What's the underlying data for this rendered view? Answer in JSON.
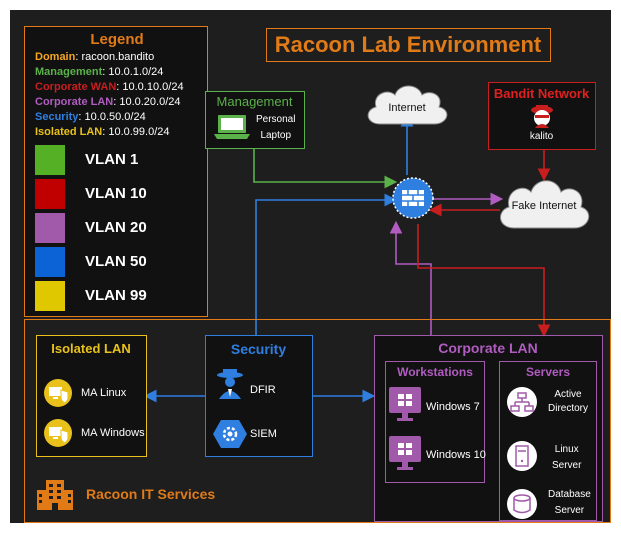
{
  "title": "Racoon Lab Environment",
  "legend": {
    "heading": "Legend",
    "entries": [
      {
        "key": "Domain",
        "value": ": racoon.bandito",
        "color": "#f5a623"
      },
      {
        "key": "Management",
        "value": ": 10.0.1.0/24",
        "color": "#5bb14a"
      },
      {
        "key": "Corporate WAN",
        "value": ": 10.0.10.0/24",
        "color": "#c81e1e"
      },
      {
        "key": "Corporate LAN",
        "value": ": 10.0.20.0/24",
        "color": "#b05cc0"
      },
      {
        "key": "Security",
        "value": ": 10.0.50.0/24",
        "color": "#2f7fe0"
      },
      {
        "key": "Isolated LAN",
        "value": ": 10.0.99.0/24",
        "color": "#e8c21a"
      }
    ],
    "vlans": [
      {
        "label": "VLAN 1",
        "color": "#56b026"
      },
      {
        "label": "VLAN 10",
        "color": "#c00000"
      },
      {
        "label": "VLAN 20",
        "color": "#a15aaa"
      },
      {
        "label": "VLAN 50",
        "color": "#0b63d6"
      },
      {
        "label": "VLAN 99",
        "color": "#e0c800"
      }
    ]
  },
  "management": {
    "title": "Management",
    "device": "Personal\nLaptop"
  },
  "internet": "Internet",
  "fake_internet": "Fake Internet",
  "bandit": {
    "title": "Bandit Network",
    "host": "kalito"
  },
  "isolated": {
    "title": "Isolated LAN",
    "hosts": [
      "MA Linux",
      "MA Windows"
    ]
  },
  "security": {
    "title": "Security",
    "hosts": [
      "DFIR",
      "SIEM"
    ]
  },
  "corporate": {
    "title": "Corporate LAN",
    "workstations": {
      "title": "Workstations",
      "hosts": [
        "Windows 7",
        "Windows 10"
      ]
    },
    "servers": {
      "title": "Servers",
      "hosts": [
        "Active\nDirectory",
        "Linux\nServer",
        "Database\nServer"
      ]
    }
  },
  "company": "Racoon IT Services",
  "colors": {
    "orange": "#e07b18",
    "green": "#5bb14a",
    "red": "#c81e1e",
    "purple": "#a15aaa",
    "blue": "#2f7fe0",
    "yellow": "#e8c21a"
  }
}
